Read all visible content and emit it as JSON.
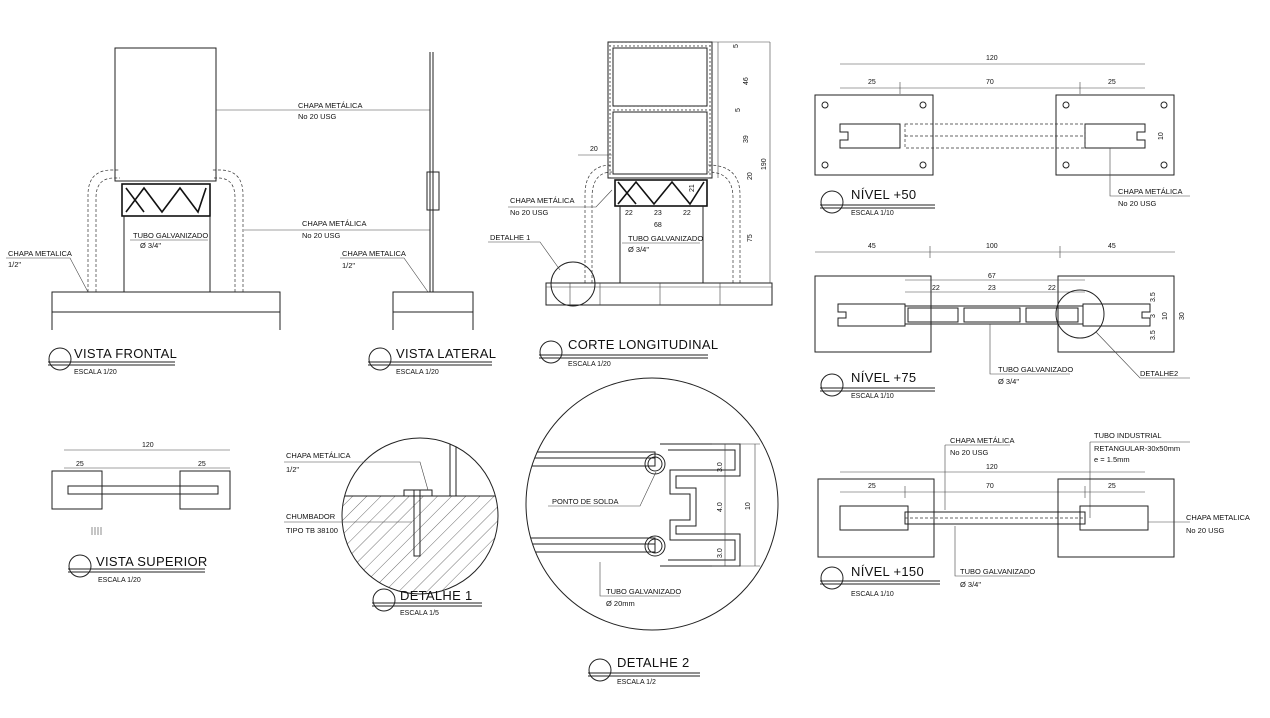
{
  "labels": {
    "chapa_metalica": "CHAPA METALICA",
    "chapa_metalica_accent": "CHAPA METÁLICA",
    "no20usg": "No 20 USG",
    "half_inch": "1/2\"",
    "tubo_galvanizado": "TUBO GALVANIZADO",
    "phi_34": "Ø 3/4\"",
    "phi_20mm": "Ø 20mm",
    "detalhe_1_ref": "DETALHE 1",
    "detalhe2_ref": "DETALHE2",
    "chumbador": "CHUMBADOR",
    "tipo_tb": "TIPO TB 38100",
    "ponto_solda": "PONTO DE SOLDA",
    "tubo_industrial": "TUBO INDUSTRIAL",
    "retangular": "RETANGULAR-30x50mm",
    "espessura": "e = 1.5mm"
  },
  "titles": {
    "vista_frontal": "VISTA FRONTAL",
    "vista_lateral": "VISTA LATERAL",
    "corte_longitudinal": "CORTE LONGITUDINAL",
    "vista_superior": "VISTA SUPERIOR",
    "detalhe_1": "DETALHE 1",
    "detalhe_2": "DETALHE 2",
    "nivel_50": "NÍVEL +50",
    "nivel_75": "NÍVEL +75",
    "nivel_150": "NÍVEL +150"
  },
  "scales": {
    "s20": "ESCALA 1/20",
    "s10": "ESCALA 1/10",
    "s5": "ESCALA 1/5",
    "s2": "ESCALA 1/2"
  },
  "dims": {
    "d120": "120",
    "d25": "25",
    "d70": "70",
    "d10": "10",
    "d45": "45",
    "d100": "100",
    "d67": "67",
    "d22": "22",
    "d23": "23",
    "d3_5": "3.5",
    "d3": "3",
    "d30": "30",
    "d5": "5",
    "d46": "46",
    "d39": "39",
    "d20": "20",
    "d190": "190",
    "d75": "75",
    "d68": "68",
    "d21": "21",
    "d3_0": "3.0",
    "d4_0": "4.0"
  }
}
